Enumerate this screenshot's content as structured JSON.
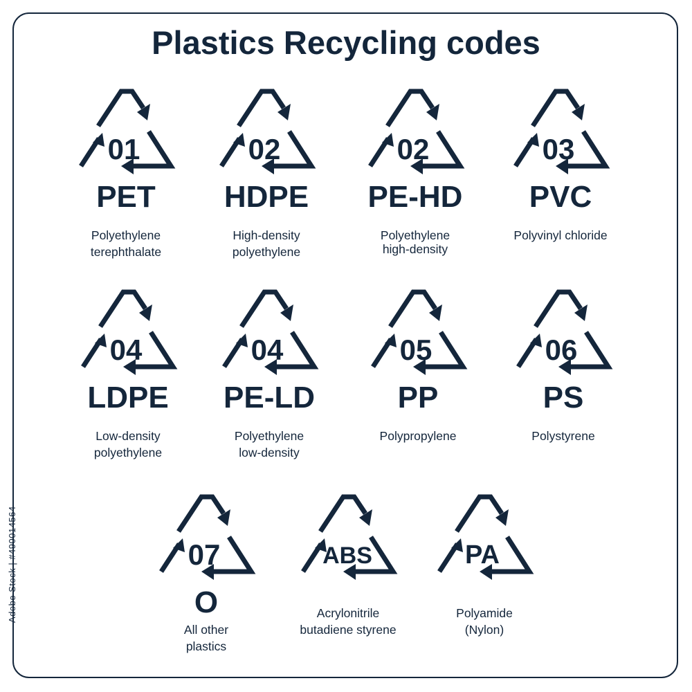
{
  "title": "Plastics Recycling codes",
  "credit": "Adobe Stock | #490014564",
  "colors": {
    "ink": "#14263b",
    "background": "#ffffff"
  },
  "codes": [
    {
      "number": "01",
      "abbreviation": "PET",
      "description": [
        "Polyethylene",
        "terephthalate"
      ]
    },
    {
      "number": "02",
      "abbreviation": "HDPE",
      "description": [
        "High-density",
        "polyethylene"
      ]
    },
    {
      "number": "02",
      "abbreviation": "PE-HD",
      "description": [
        "Polyethylene",
        "high-density"
      ]
    },
    {
      "number": "03",
      "abbreviation": "PVC",
      "description": [
        "Polyvinyl chloride"
      ]
    },
    {
      "number": "04",
      "abbreviation": "LDPE",
      "description": [
        "Low-density",
        "polyethylene"
      ]
    },
    {
      "number": "04",
      "abbreviation": "PE-LD",
      "description": [
        "Polyethylene",
        "low-density"
      ]
    },
    {
      "number": "05",
      "abbreviation": "PP",
      "description": [
        "Polypropylene"
      ]
    },
    {
      "number": "06",
      "abbreviation": "PS",
      "description": [
        "Polystyrene"
      ]
    },
    {
      "number": "07",
      "abbreviation": "O",
      "description": [
        "All other",
        "plastics"
      ]
    },
    {
      "number": "ABS",
      "abbreviation": "",
      "description": [
        "Acrylonitrile",
        "butadiene styrene"
      ]
    },
    {
      "number": "PA",
      "abbreviation": "",
      "description": [
        "Polyamide",
        "(Nylon)"
      ]
    }
  ]
}
